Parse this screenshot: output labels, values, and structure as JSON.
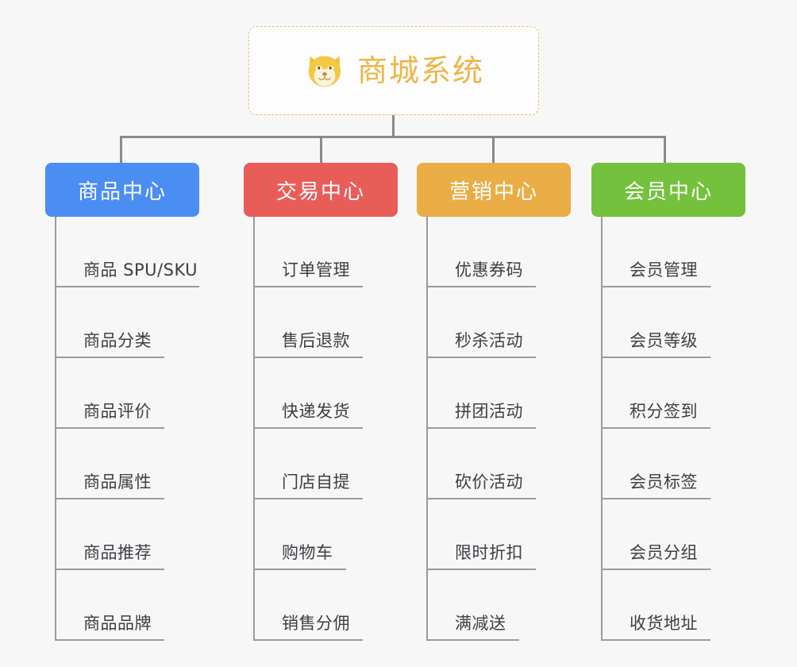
{
  "diagram": {
    "type": "org-tree",
    "background_color": "#f7f7f7",
    "line_color": "#8a8a8a",
    "root": {
      "title": "商城系统",
      "emoji_name": "shiba-dog-face",
      "text_color": "#edb548",
      "border_color": "#edbe6a",
      "background_color": "#fdfdfd"
    },
    "columns": [
      {
        "id": "product-center",
        "header": "商品中心",
        "color": "#4a8ef4",
        "items": [
          "商品 SPU/SKU",
          "商品分类",
          "商品评价",
          "商品属性",
          "商品推荐",
          "商品品牌"
        ]
      },
      {
        "id": "trade-center",
        "header": "交易中心",
        "color": "#e95d59",
        "items": [
          "订单管理",
          "售后退款",
          "快递发货",
          "门店自提",
          "购物车",
          "销售分佣"
        ]
      },
      {
        "id": "marketing-center",
        "header": "营销中心",
        "color": "#eaad45",
        "items": [
          "优惠券码",
          "秒杀活动",
          "拼团活动",
          "砍价活动",
          "限时折扣",
          "满减送"
        ]
      },
      {
        "id": "member-center",
        "header": "会员中心",
        "color": "#73c13c",
        "items": [
          "会员管理",
          "会员等级",
          "积分签到",
          "会员标签",
          "会员分组",
          "收货地址"
        ]
      }
    ]
  }
}
